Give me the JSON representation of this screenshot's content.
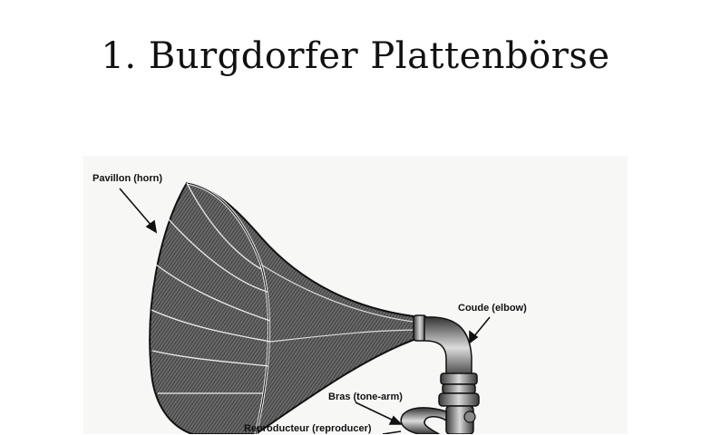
{
  "header": {
    "title": "1. Burgdorfer Plattenbörse"
  },
  "diagram": {
    "labels": {
      "horn": "Pavillon (horn)",
      "elbow": "Coude (elbow)",
      "tone_arm": "Bras (tone-arm)",
      "reproducer": "Reproducteur (reproducer)"
    }
  }
}
